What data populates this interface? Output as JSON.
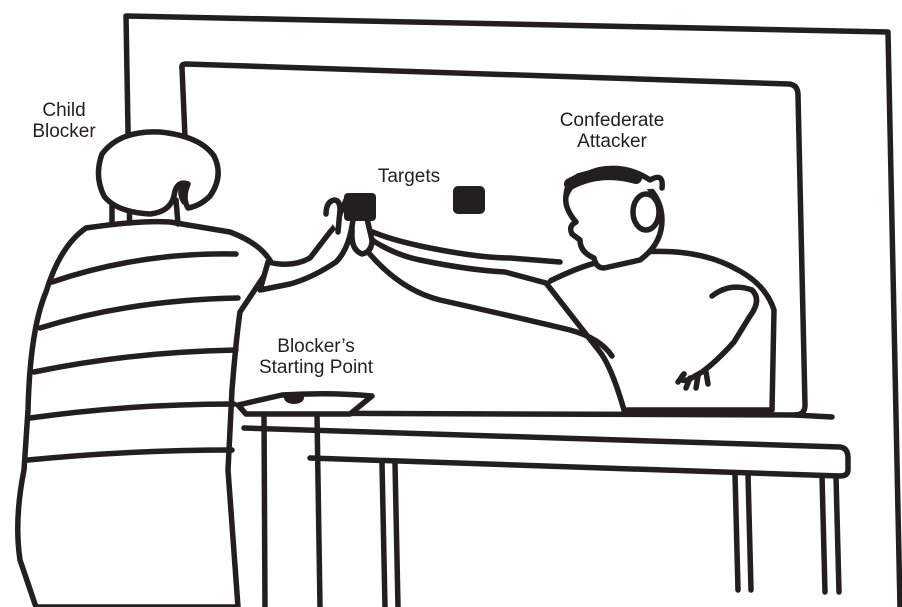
{
  "labels": {
    "child_blocker": [
      "Child",
      "Blocker"
    ],
    "confederate_attacker": [
      "Confederate",
      "Attacker"
    ],
    "targets": "Targets",
    "starting_point": [
      "Blocker’s",
      "Starting Point"
    ]
  },
  "colors": {
    "line": "#231f20",
    "fill": "#ffffff",
    "target": "#231f20"
  },
  "icons": {
    "target_marker": "rounded-square",
    "starting_point_marker": "oval"
  }
}
